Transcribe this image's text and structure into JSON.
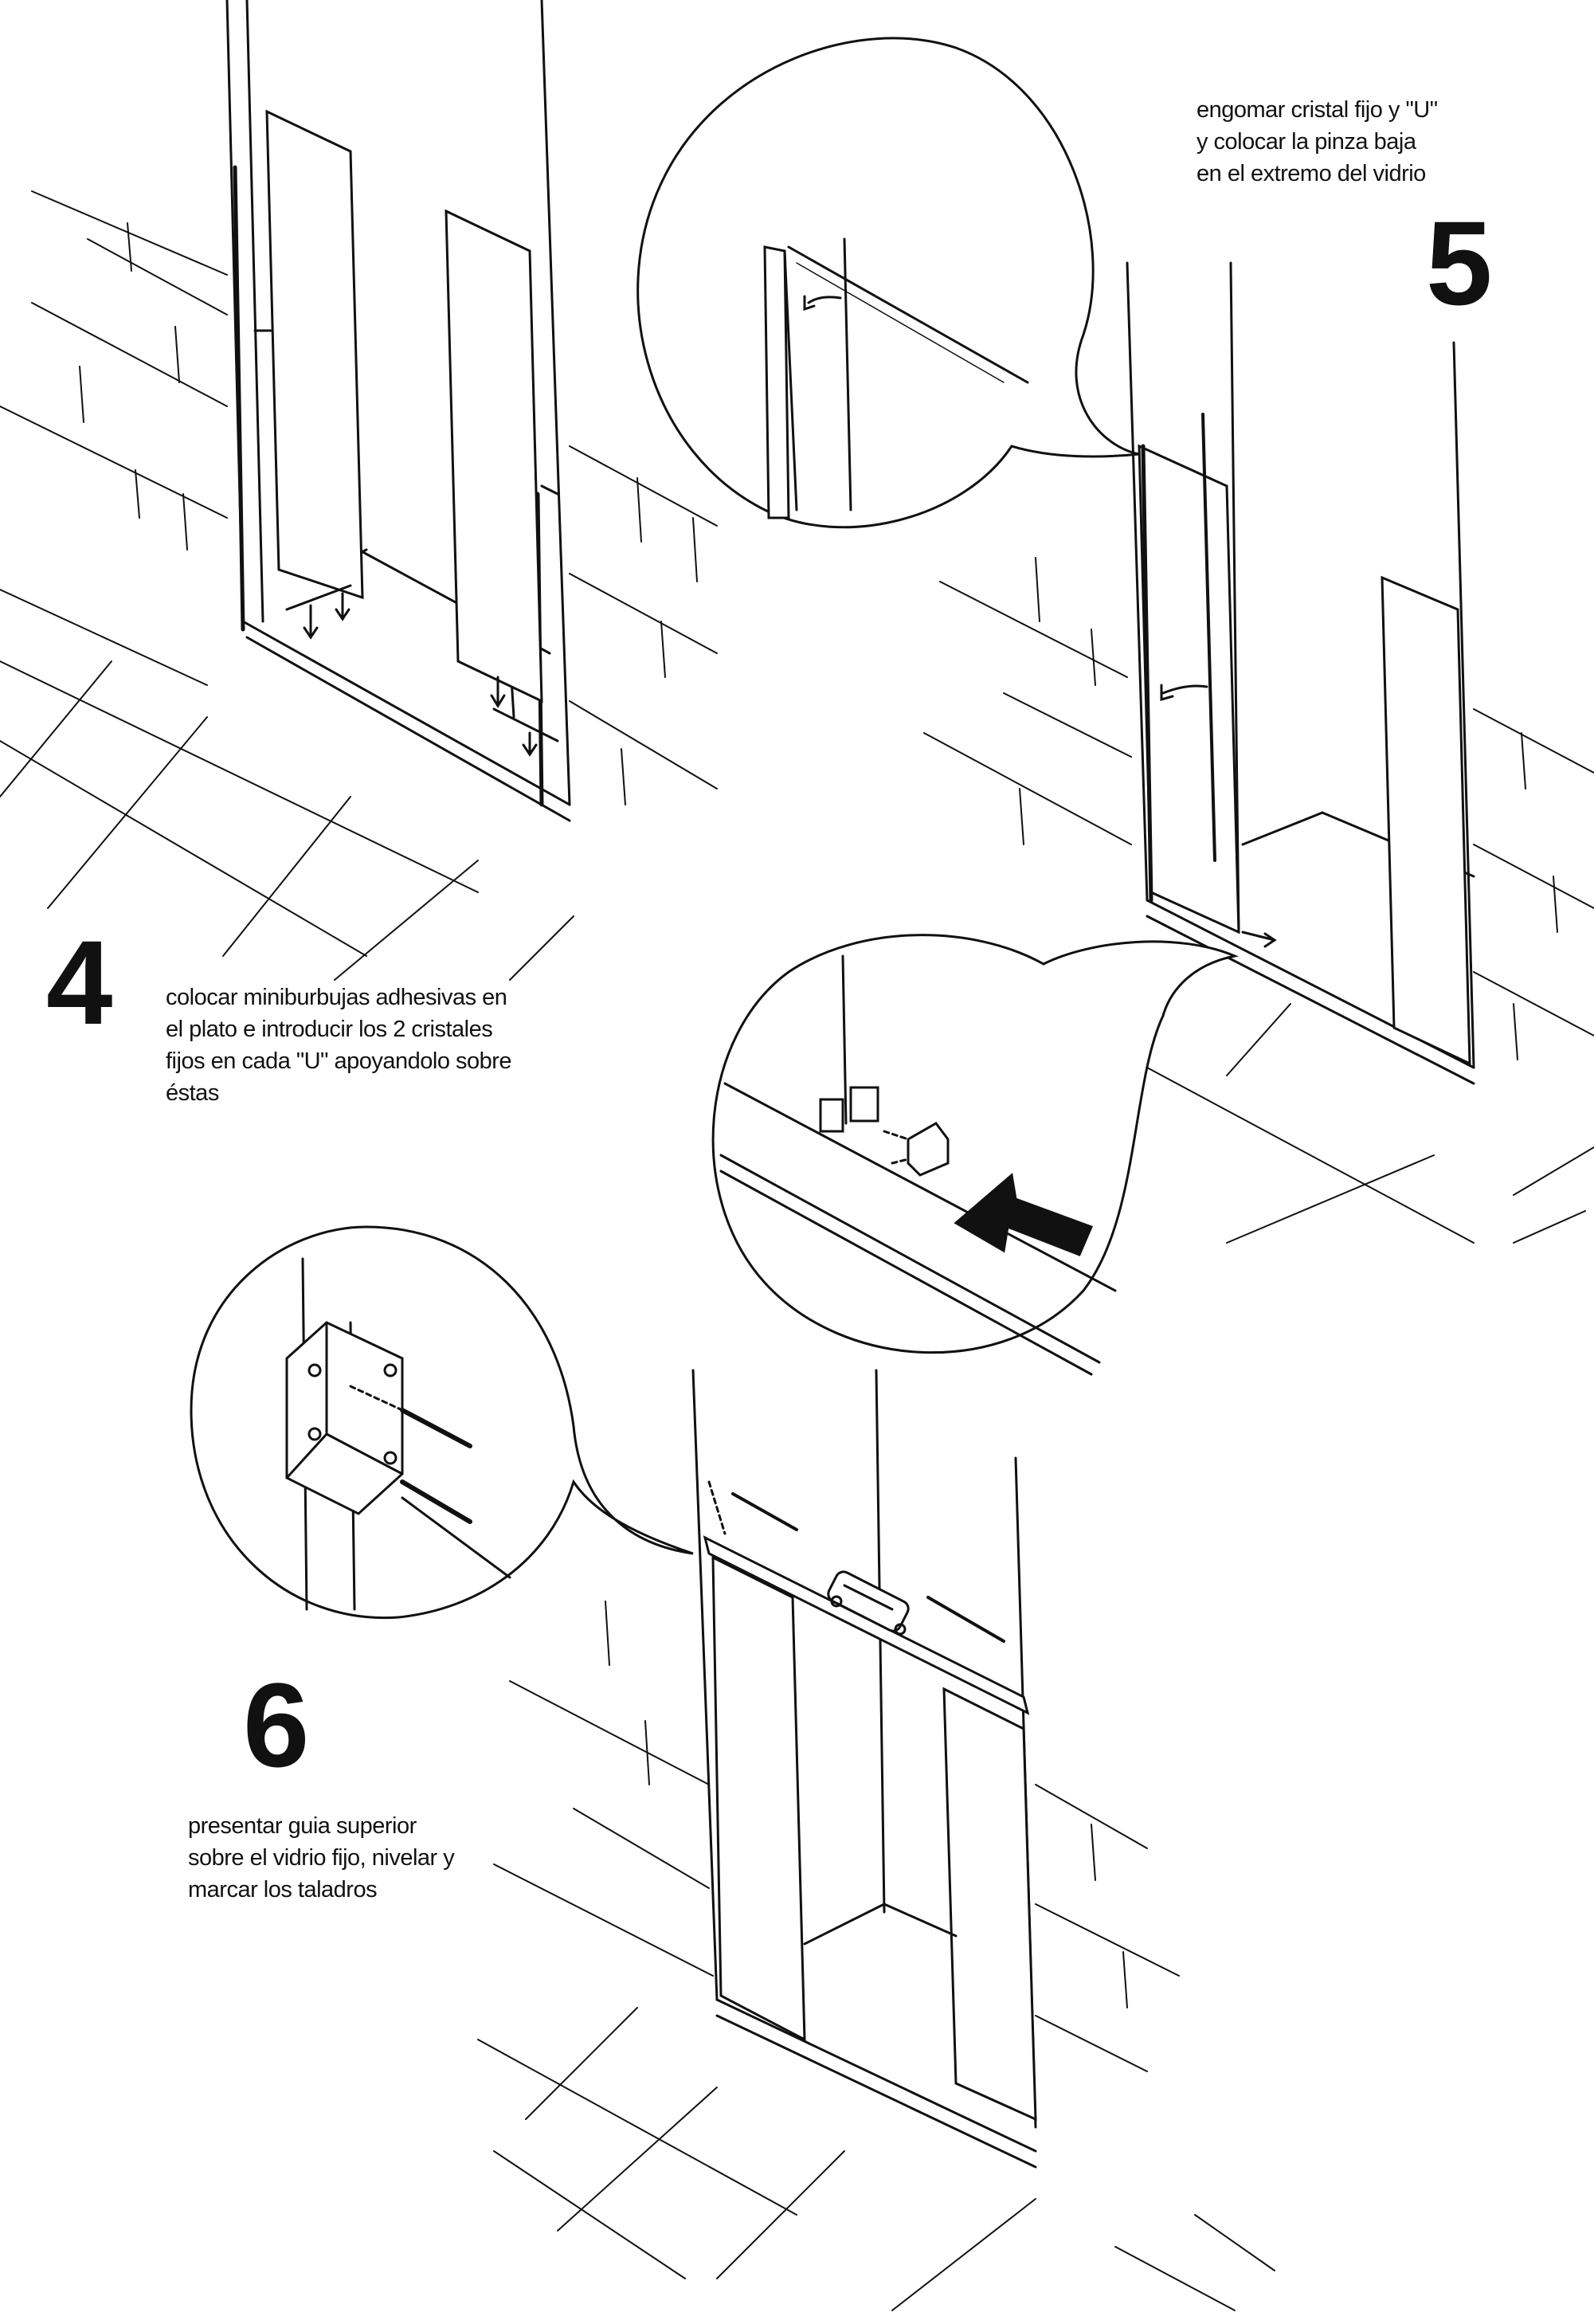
{
  "steps": [
    {
      "number": "4",
      "caption": [
        "colocar miniburbujas adhesivas en",
        "el plato e introducir los 2 cristales",
        "fijos en cada \"U\" apoyandolo sobre",
        "éstas"
      ]
    },
    {
      "number": "5",
      "caption": [
        "engomar cristal fijo y \"U\"",
        "y colocar la pinza baja",
        "en el extremo del vidrio"
      ]
    },
    {
      "number": "6",
      "caption": [
        "presentar guia superior",
        "sobre el vidrio fijo, nivelar y",
        "marcar los taladros"
      ]
    }
  ],
  "colors": {
    "ink": "#111111",
    "paper": "#ffffff"
  }
}
